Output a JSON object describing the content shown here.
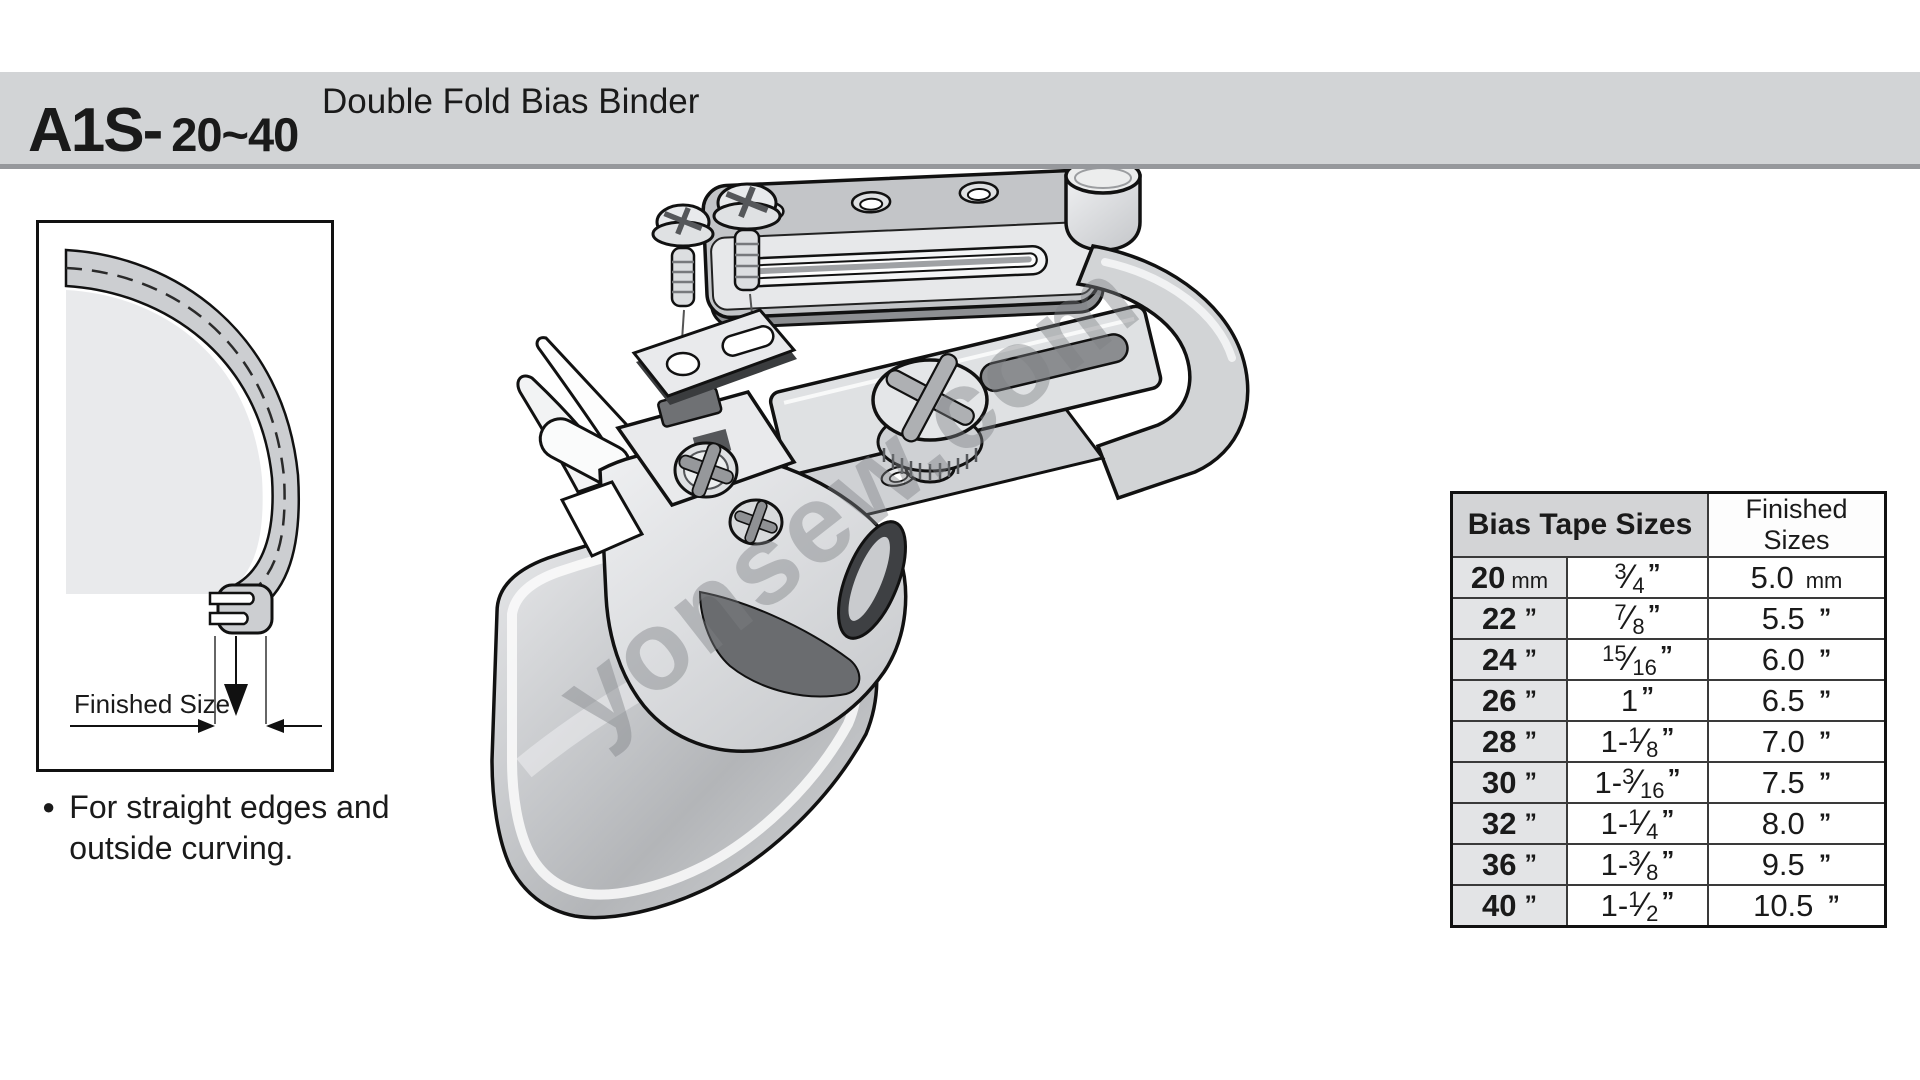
{
  "header": {
    "model": "A1S-",
    "range": "20~40",
    "subtitle": "Double Fold Bias Binder"
  },
  "diagram": {
    "finished_size_label": "Finished Size"
  },
  "note": {
    "bullet_char": "●",
    "line1": "For straight edges and",
    "line2": "outside curving."
  },
  "watermark": "yonsew.com",
  "table": {
    "bias_header": "Bias Tape Sizes",
    "finished_header": "Finished Sizes",
    "rows": [
      {
        "size": "20",
        "size_unit": "mm",
        "in_pre": "",
        "in_num": "3",
        "in_sep": "⁄",
        "in_den": "4",
        "in_mark": "”",
        "fin": "5.0",
        "fin_unit": "mm"
      },
      {
        "size": "22",
        "size_unit": "”",
        "in_pre": "",
        "in_num": "7",
        "in_sep": "⁄",
        "in_den": "8",
        "in_mark": "”",
        "fin": "5.5",
        "fin_unit": "”"
      },
      {
        "size": "24",
        "size_unit": "”",
        "in_pre": "",
        "in_num": "15",
        "in_sep": "⁄",
        "in_den": "16",
        "in_mark": "”",
        "fin": "6.0",
        "fin_unit": "”"
      },
      {
        "size": "26",
        "size_unit": "”",
        "in_pre": "1",
        "in_num": "",
        "in_sep": "",
        "in_den": "",
        "in_mark": "”",
        "fin": "6.5",
        "fin_unit": "”"
      },
      {
        "size": "28",
        "size_unit": "”",
        "in_pre": "1-",
        "in_num": "1",
        "in_sep": "⁄",
        "in_den": "8",
        "in_mark": "”",
        "fin": "7.0",
        "fin_unit": "”"
      },
      {
        "size": "30",
        "size_unit": "”",
        "in_pre": "1-",
        "in_num": "3",
        "in_sep": "⁄",
        "in_den": "16",
        "in_mark": "”",
        "fin": "7.5",
        "fin_unit": "”"
      },
      {
        "size": "32",
        "size_unit": "”",
        "in_pre": "1-",
        "in_num": "1",
        "in_sep": "⁄",
        "in_den": "4",
        "in_mark": "”",
        "fin": "8.0",
        "fin_unit": "”"
      },
      {
        "size": "36",
        "size_unit": "”",
        "in_pre": "1-",
        "in_num": "3",
        "in_sep": "⁄",
        "in_den": "8",
        "in_mark": "”",
        "fin": "9.5",
        "fin_unit": "”"
      },
      {
        "size": "40",
        "size_unit": "”",
        "in_pre": "1-",
        "in_num": "1",
        "in_sep": "⁄",
        "in_den": "2",
        "in_mark": "”",
        "fin": "10.5",
        "fin_unit": "”"
      }
    ]
  },
  "colors": {
    "header_bar": "#d2d4d6",
    "table_header_bg": "#d3d4d6",
    "table_col1_bg": "#e3e4e6",
    "metal_light": "#e7e8ea",
    "metal_mid": "#c6c8cb",
    "metal_dark": "#55575a",
    "outline": "#111111"
  }
}
